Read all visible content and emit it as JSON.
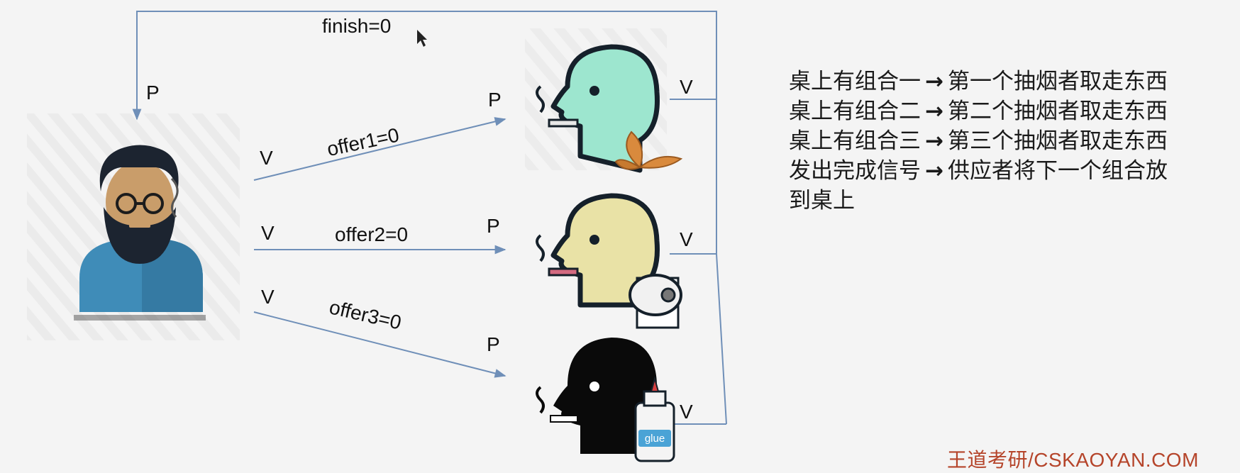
{
  "diagram": {
    "finish_label": "finish=0",
    "edges": [
      {
        "semaphore": "offer1=0",
        "from_op": "V",
        "to_op": "P"
      },
      {
        "semaphore": "offer2=0",
        "from_op": "V",
        "to_op": "P"
      },
      {
        "semaphore": "offer3=0",
        "from_op": "V",
        "to_op": "P"
      }
    ],
    "supplier_p_label": "P",
    "smoker_v_labels": [
      "V",
      "V",
      "V"
    ],
    "glue_label": "glue"
  },
  "description": {
    "lines": [
      {
        "left": "桌上有组合一",
        "arrow": "→",
        "right": "第一个抽烟者取走东西"
      },
      {
        "left": "桌上有组合二",
        "arrow": "→",
        "right": "第二个抽烟者取走东西"
      },
      {
        "left": "桌上有组合三",
        "arrow": "→",
        "right": "第三个抽烟者取走东西"
      },
      {
        "left": "发出完成信号",
        "arrow": "→",
        "right": "供应者将下一个组合放"
      }
    ],
    "continuation": "到桌上"
  },
  "footer": {
    "watermark": "王道考研/CSKAOYAN.COM"
  },
  "colors": {
    "edge": "#6f8fb8",
    "smoker1": "#9de6cf",
    "smoker2": "#e9e2a6",
    "smoker3": "#0a0a0a",
    "supplier_shirt": "#3f8cb8"
  }
}
